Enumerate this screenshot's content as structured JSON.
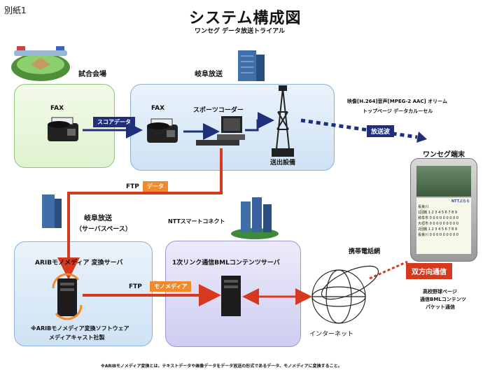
{
  "header": {
    "annex": "別紙1",
    "title": "システム構成図",
    "subtitle": "ワンセグ データ放送トライアル"
  },
  "venue": {
    "label": "試合会場",
    "fax": "FAX",
    "score_tag": "スコアデータ"
  },
  "broadcaster": {
    "label": "岐阜放送",
    "fax": "FAX",
    "encoder": "スポーツコーダー",
    "transmitter": "送出設備"
  },
  "broadcast": {
    "line1": "映像[H.264]音声[MPEG-2 AAC] オリーム",
    "line2": "トップページ データカルーセル",
    "wave_tag": "放送波"
  },
  "terminal": {
    "label": "ワンセグ端末",
    "screen_rows": [
      "長良川",
      "1回戦 1 2 3 4 5 6 7 8 9",
      "岐阜市 0 0 0 0 0 0 0 0 0",
      "大垣市 0 0 0 0 0 0 0 0 0",
      "2回戦 1 2 3 4 5 6 7 8 9",
      "長良川 0 0 0 0 0 0 0 0 0"
    ],
    "screen_badge": "NTTぷらら"
  },
  "ftp_data": {
    "ftp": "FTP",
    "tag": "データ"
  },
  "server_site": {
    "label1": "岐阜放送",
    "label2": "（サーバスペース）"
  },
  "arib": {
    "title": "ARIBモノメディア 変換サーバ",
    "note1": "※ARIBモノメディア変換ソフトウェア",
    "note2": "メディアキャスト社製"
  },
  "ftp_mono": {
    "ftp": "FTP",
    "tag": "モノメディア"
  },
  "ntt": {
    "label": "NTTスマートコネクト",
    "server": "1次リンク通信BMLコンテンツサーバ"
  },
  "network": {
    "mobile": "携帯電話網",
    "internet": "インターネット"
  },
  "bidirectional": {
    "tag": "双方向通信",
    "line1": "高校野球ページ",
    "line2": "通信BMLコンテンツ",
    "line3": "パケット通信"
  },
  "footnote": "※ARIBモノメディア変換とは、テキストデータや画像データをデータ放送の形式であるデータ、モノメディアに変換すること。",
  "colors": {
    "navy": "#1f2f7a",
    "orange": "#f08a2c",
    "red_line": "#d63a1e"
  }
}
